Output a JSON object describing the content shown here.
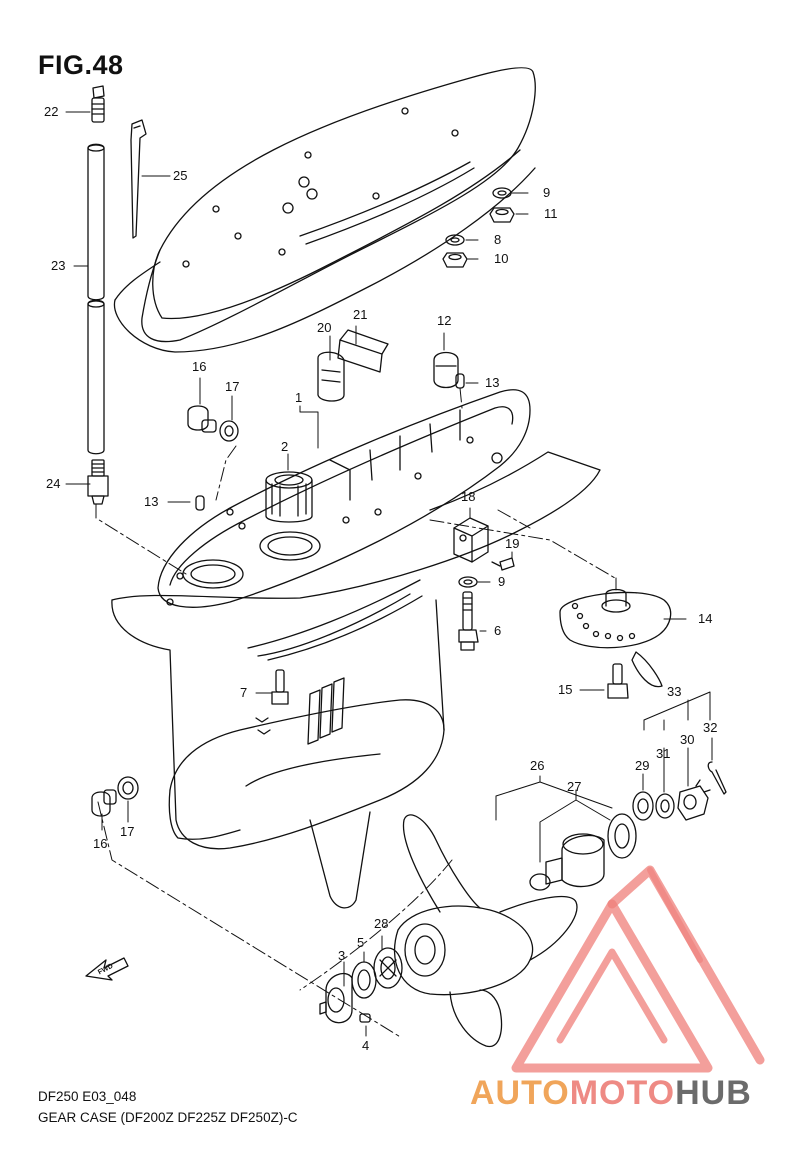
{
  "figure": {
    "title": "FIG.48"
  },
  "callouts": [
    {
      "id": "22",
      "text": "22"
    },
    {
      "id": "25",
      "text": "25"
    },
    {
      "id": "23",
      "text": "23"
    },
    {
      "id": "24",
      "text": "24"
    },
    {
      "id": "9a",
      "text": "9"
    },
    {
      "id": "11",
      "text": "11"
    },
    {
      "id": "8",
      "text": "8"
    },
    {
      "id": "10",
      "text": "10"
    },
    {
      "id": "20",
      "text": "20"
    },
    {
      "id": "21",
      "text": "21"
    },
    {
      "id": "12",
      "text": "12"
    },
    {
      "id": "13a",
      "text": "13"
    },
    {
      "id": "16a",
      "text": "16"
    },
    {
      "id": "17a",
      "text": "17"
    },
    {
      "id": "1",
      "text": "1"
    },
    {
      "id": "2",
      "text": "2"
    },
    {
      "id": "13b",
      "text": "13"
    },
    {
      "id": "18",
      "text": "18"
    },
    {
      "id": "19",
      "text": "19"
    },
    {
      "id": "9b",
      "text": "9"
    },
    {
      "id": "6",
      "text": "6"
    },
    {
      "id": "14",
      "text": "14"
    },
    {
      "id": "15",
      "text": "15"
    },
    {
      "id": "7",
      "text": "7"
    },
    {
      "id": "33",
      "text": "33"
    },
    {
      "id": "32",
      "text": "32"
    },
    {
      "id": "30",
      "text": "30"
    },
    {
      "id": "31",
      "text": "31"
    },
    {
      "id": "29",
      "text": "29"
    },
    {
      "id": "26",
      "text": "26"
    },
    {
      "id": "27",
      "text": "27"
    },
    {
      "id": "16b",
      "text": "16"
    },
    {
      "id": "17b",
      "text": "17"
    },
    {
      "id": "28",
      "text": "28"
    },
    {
      "id": "3",
      "text": "3"
    },
    {
      "id": "5",
      "text": "5"
    },
    {
      "id": "4",
      "text": "4"
    }
  ],
  "fwd_marker": "FWD",
  "footer": {
    "code": "DF250 E03_048",
    "caption": "GEAR CASE (DF200Z DF225Z DF250Z)-C"
  },
  "watermark": {
    "part1": "AUTO",
    "part2": "MOTO",
    "part3": "HUB",
    "colors": {
      "orange": "#f0a55a",
      "salmon": "#ee8a84",
      "gray": "#6b6b6b"
    }
  }
}
